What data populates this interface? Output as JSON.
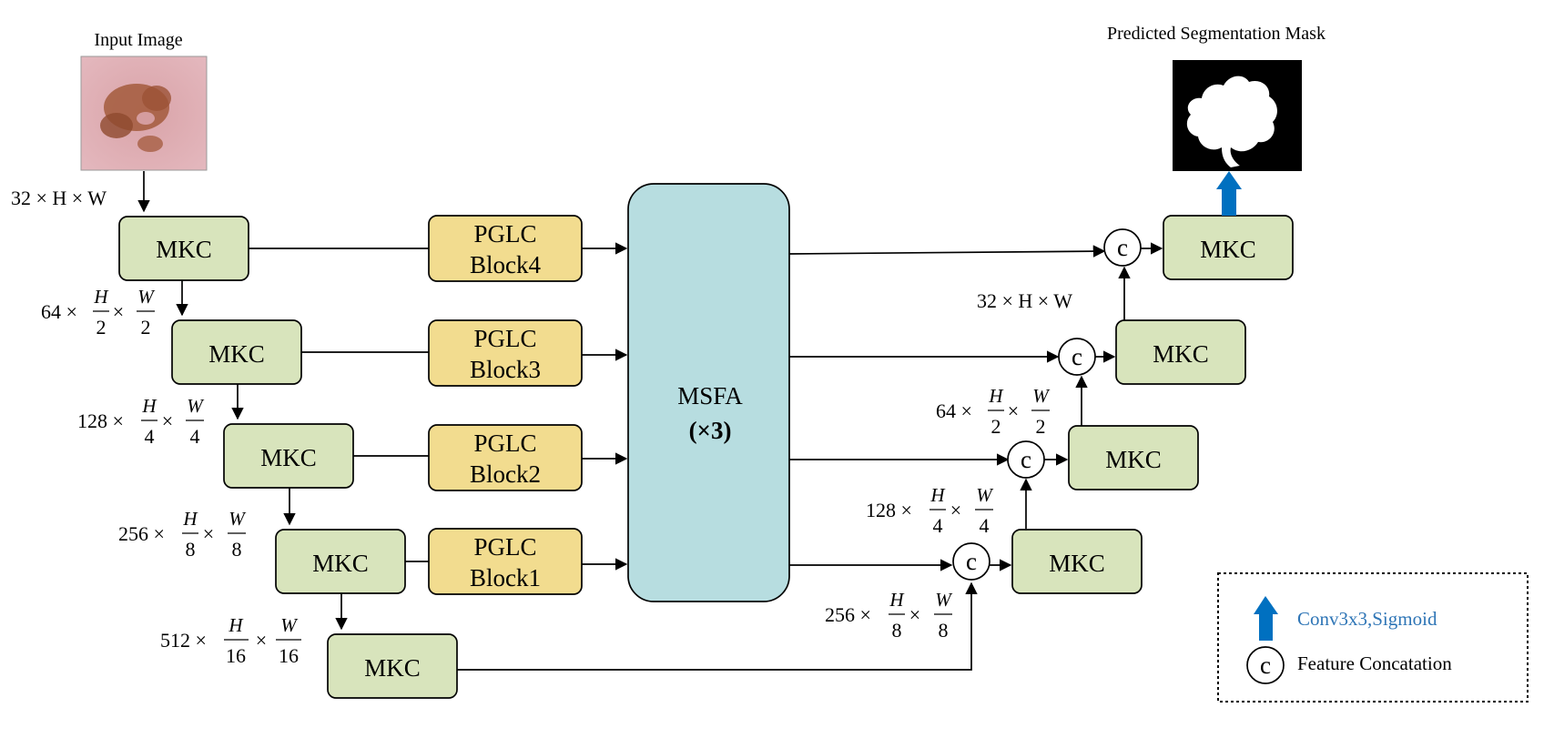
{
  "labels": {
    "input_image": "Input Image",
    "predicted_mask": "Predicted Segmentation Mask",
    "msfa_line1": "MSFA",
    "msfa_line2": "(×3)",
    "concat_symbol": "c"
  },
  "encoder": [
    {
      "label": "MKC"
    },
    {
      "label": "MKC"
    },
    {
      "label": "MKC"
    },
    {
      "label": "MKC"
    },
    {
      "label": "MKC"
    }
  ],
  "encoder_dims": [
    {
      "prefix": "32 × H × W",
      "num_h": "",
      "den_h": "",
      "num_w": "",
      "den_w": ""
    },
    {
      "prefix": "64 ×",
      "num_h": "H",
      "den_h": "2",
      "times": "×",
      "num_w": "W",
      "den_w": "2"
    },
    {
      "prefix": "128 ×",
      "num_h": "H",
      "den_h": "4",
      "times": "×",
      "num_w": "W",
      "den_w": "4"
    },
    {
      "prefix": "256 ×",
      "num_h": "H",
      "den_h": "8",
      "times": "×",
      "num_w": "W",
      "den_w": "8"
    },
    {
      "prefix": "512 ×",
      "num_h": "H",
      "den_h": "16",
      "times": "×",
      "num_w": "W",
      "den_w": "16"
    }
  ],
  "pglc": [
    {
      "line1": "PGLC",
      "line2": "Block4"
    },
    {
      "line1": "PGLC",
      "line2": "Block3"
    },
    {
      "line1": "PGLC",
      "line2": "Block2"
    },
    {
      "line1": "PGLC",
      "line2": "Block1"
    }
  ],
  "decoder": [
    {
      "label": "MKC"
    },
    {
      "label": "MKC"
    },
    {
      "label": "MKC"
    },
    {
      "label": "MKC"
    }
  ],
  "decoder_dims": [
    {
      "prefix": "32 × H × W"
    },
    {
      "prefix": "64 ×",
      "num_h": "H",
      "den_h": "2",
      "times": "×",
      "num_w": "W",
      "den_w": "2"
    },
    {
      "prefix": "128 ×",
      "num_h": "H",
      "den_h": "4",
      "times": "×",
      "num_w": "W",
      "den_w": "4"
    },
    {
      "prefix": "256 ×",
      "num_h": "H",
      "den_h": "8",
      "times": "×",
      "num_w": "W",
      "den_w": "8"
    }
  ],
  "legend": {
    "conv_label": "Conv3x3,Sigmoid",
    "concat_label": "Feature Concatation"
  },
  "colors": {
    "mkc_fill": "#d8e4bc",
    "pglc_fill": "#f2dc8f",
    "msfa_fill": "#b7dde0",
    "arrow_blue": "#0070c0",
    "legend_text_blue": "#2e75b6"
  }
}
